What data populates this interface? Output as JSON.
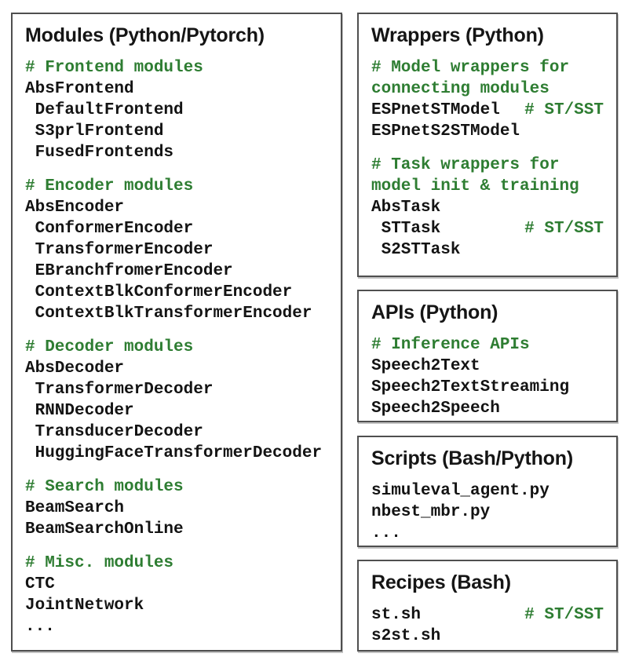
{
  "colors": {
    "background": "#ffffff",
    "panel_border": "#4f4f4f",
    "title_text": "#151515",
    "code_text": "#131313",
    "comment_green": "#2e7d32"
  },
  "panels": {
    "modules": {
      "title": "Modules (Python/Pytorch)",
      "lines": [
        {
          "kind": "comment",
          "text": "# Frontend modules"
        },
        {
          "kind": "code",
          "text": "AbsFrontend"
        },
        {
          "kind": "code",
          "text": " DefaultFrontend"
        },
        {
          "kind": "code",
          "text": " S3prlFrontend"
        },
        {
          "kind": "code",
          "text": " FusedFrontends"
        },
        {
          "kind": "blank"
        },
        {
          "kind": "comment",
          "text": "# Encoder modules"
        },
        {
          "kind": "code",
          "text": "AbsEncoder"
        },
        {
          "kind": "code",
          "text": " ConformerEncoder"
        },
        {
          "kind": "code",
          "text": " TransformerEncoder"
        },
        {
          "kind": "code",
          "text": " EBranchfromerEncoder"
        },
        {
          "kind": "code",
          "text": " ContextBlkConformerEncoder"
        },
        {
          "kind": "code",
          "text": " ContextBlkTransformerEncoder"
        },
        {
          "kind": "blank"
        },
        {
          "kind": "comment",
          "text": "# Decoder modules"
        },
        {
          "kind": "code",
          "text": "AbsDecoder"
        },
        {
          "kind": "code",
          "text": " TransformerDecoder"
        },
        {
          "kind": "code",
          "text": " RNNDecoder"
        },
        {
          "kind": "code",
          "text": " TransducerDecoder"
        },
        {
          "kind": "code",
          "text": " HuggingFaceTransformerDecoder"
        },
        {
          "kind": "blank"
        },
        {
          "kind": "comment",
          "text": "# Search modules"
        },
        {
          "kind": "code",
          "text": "BeamSearch"
        },
        {
          "kind": "code",
          "text": "BeamSearchOnline"
        },
        {
          "kind": "blank"
        },
        {
          "kind": "comment",
          "text": "# Misc. modules"
        },
        {
          "kind": "code",
          "text": "CTC"
        },
        {
          "kind": "code",
          "text": "JointNetwork"
        },
        {
          "kind": "code",
          "text": "..."
        }
      ]
    },
    "wrappers": {
      "title": "Wrappers (Python)",
      "lines": [
        {
          "kind": "comment",
          "text": "# Model wrappers for"
        },
        {
          "kind": "comment",
          "text": "connecting modules"
        },
        {
          "kind": "code",
          "text": "ESPnetSTModel",
          "comment": "# ST/SST"
        },
        {
          "kind": "code",
          "text": "ESPnetS2STModel"
        },
        {
          "kind": "blank"
        },
        {
          "kind": "comment",
          "text": "# Task wrappers for"
        },
        {
          "kind": "comment",
          "text": "model init & training"
        },
        {
          "kind": "code",
          "text": "AbsTask"
        },
        {
          "kind": "code",
          "text": " STTask",
          "comment": "# ST/SST"
        },
        {
          "kind": "code",
          "text": " S2STTask"
        }
      ]
    },
    "apis": {
      "title": "APIs (Python)",
      "lines": [
        {
          "kind": "comment",
          "text": "# Inference APIs"
        },
        {
          "kind": "code",
          "text": "Speech2Text"
        },
        {
          "kind": "code",
          "text": "Speech2TextStreaming"
        },
        {
          "kind": "code",
          "text": "Speech2Speech"
        }
      ]
    },
    "scripts": {
      "title": "Scripts (Bash/Python)",
      "lines": [
        {
          "kind": "code",
          "text": "simuleval_agent.py"
        },
        {
          "kind": "code",
          "text": "nbest_mbr.py"
        },
        {
          "kind": "code",
          "text": "..."
        }
      ]
    },
    "recipes": {
      "title": "Recipes (Bash)",
      "lines": [
        {
          "kind": "code",
          "text": "st.sh",
          "comment": "# ST/SST"
        },
        {
          "kind": "code",
          "text": "s2st.sh"
        }
      ]
    }
  }
}
